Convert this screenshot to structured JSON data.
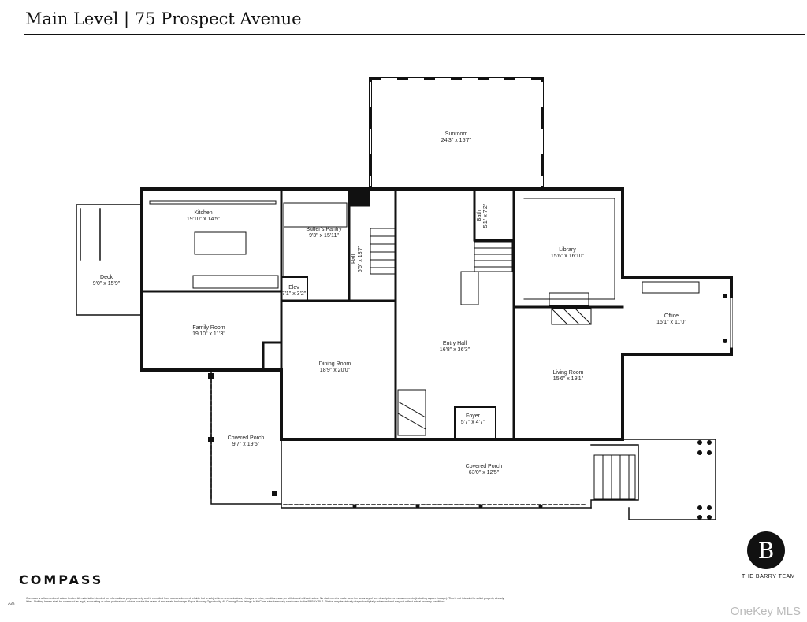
{
  "header": {
    "title": "Main Level | 75 Prospect Avenue"
  },
  "rooms": [
    {
      "id": "sunroom",
      "name": "Sunroom",
      "dims": "24'3\" x 15'7\""
    },
    {
      "id": "kitchen",
      "name": "Kitchen",
      "dims": "19'10\" x 14'5\""
    },
    {
      "id": "butlers-pantry",
      "name": "Butler's Pantry",
      "dims": "9'3\" x 15'11\""
    },
    {
      "id": "hall",
      "name": "Hall",
      "dims": "6'6\" x 13'7\""
    },
    {
      "id": "bath",
      "name": "Bath",
      "dims": "5'1\" x 7'2\""
    },
    {
      "id": "library",
      "name": "Library",
      "dims": "15'6\" x 16'10\""
    },
    {
      "id": "deck",
      "name": "Deck",
      "dims": "9'0\" x 15'9\""
    },
    {
      "id": "elev",
      "name": "Elev",
      "dims": "7'1\" x 3'2\""
    },
    {
      "id": "family-room",
      "name": "Family Room",
      "dims": "19'10\" x 11'3\""
    },
    {
      "id": "dining-room",
      "name": "Dining Room",
      "dims": "18'9\" x 20'0\""
    },
    {
      "id": "entry-hall",
      "name": "Entry Hall",
      "dims": "16'8\" x 36'3\""
    },
    {
      "id": "office",
      "name": "Office",
      "dims": "15'1\" x 11'0\""
    },
    {
      "id": "living-room",
      "name": "Living Room",
      "dims": "15'6\" x 19'1\""
    },
    {
      "id": "foyer",
      "name": "Foyer",
      "dims": "5'7\" x 4'7\""
    },
    {
      "id": "covered-porch-side",
      "name": "Covered Porch",
      "dims": "9'7\" x 19'5\""
    },
    {
      "id": "covered-porch-front",
      "name": "Covered Porch",
      "dims": "63'0\" x 12'5\""
    }
  ],
  "footer": {
    "company": "COMPASS",
    "team_name": "THE BARRY TEAM",
    "team_monogram": "B",
    "disclaimer": "Compass is a licensed real estate broker. All material is intended for informational purposes only and is compiled from sources deemed reliable but is subject to errors, omissions, changes in price, condition, sale, or withdrawal without notice. No statement is made as to the accuracy of any description or measurements (including square footage). This is not intended to solicit property already listed. Nothing herein shall be construed as legal, accounting or other professional advice outside the realm of real estate brokerage. Equal Housing Opportunity. All Coming Soon listings in NYC are simultaneously syndicated to the REBNY RLS. Photos may be virtually staged or digitally enhanced and may not reflect actual property conditions.",
    "eho_icon": "equal-housing-icon",
    "watermark": "OneKey MLS"
  }
}
